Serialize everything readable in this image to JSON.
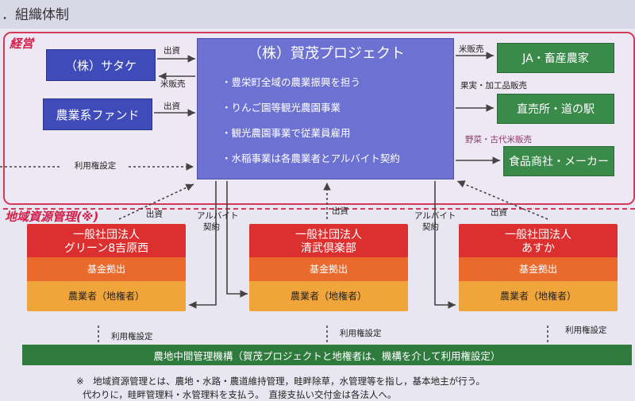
{
  "header": {
    "title": "．組織体制"
  },
  "sections": {
    "management": "経営",
    "regional": "地域資源管理(※)"
  },
  "left_boxes": {
    "satake": "（株）サタケ",
    "fund": "農業系ファンド"
  },
  "main": {
    "title": "（株）賀茂プロジェクト",
    "bullets": [
      "・豊栄町全域の農業振興を担う",
      "・りんご園等観光農園事業",
      "・観光農園事業で従業員雇用",
      "・水稲事業は各農業者とアルバイト契約"
    ]
  },
  "right_boxes": [
    "JA・畜産農家",
    "直売所・道の駅",
    "食品商社・メーカー"
  ],
  "arrow_labels": {
    "invest": "出資",
    "rice_sale": "米販売",
    "fruit_sale": "果実・加工品販売",
    "veg_sale": "野菜・古代米販売",
    "usage_right": "利用権設定",
    "part_time": "アルバイト",
    "contract": "契約",
    "fund_out": "基金拠出"
  },
  "associations": [
    {
      "name1": "一般社団法人",
      "name2": "グリーン8吉原西",
      "fund": "基金拠出",
      "farmer": "農業者（地権者）"
    },
    {
      "name1": "一般社団法人",
      "name2": "清武倶楽部",
      "fund": "基金拠出",
      "farmer": "農業者（地権者）"
    },
    {
      "name1": "一般社団法人",
      "name2": "あすか",
      "fund": "基金拠出",
      "farmer": "農業者（地権者）"
    }
  ],
  "bottom_bar": "農地中間管理機構（賀茂プロジェクトと地権者は、機構を介して利用権設定）",
  "notes": [
    "※　地域資源管理とは、農地・水路・農道維持管理，畦畔除草，水管理等を指し，基本地主が行う。",
    "代わりに，畦畔管理料・水管理料を支払う。　直接支払い交付金は各法人へ。"
  ]
}
